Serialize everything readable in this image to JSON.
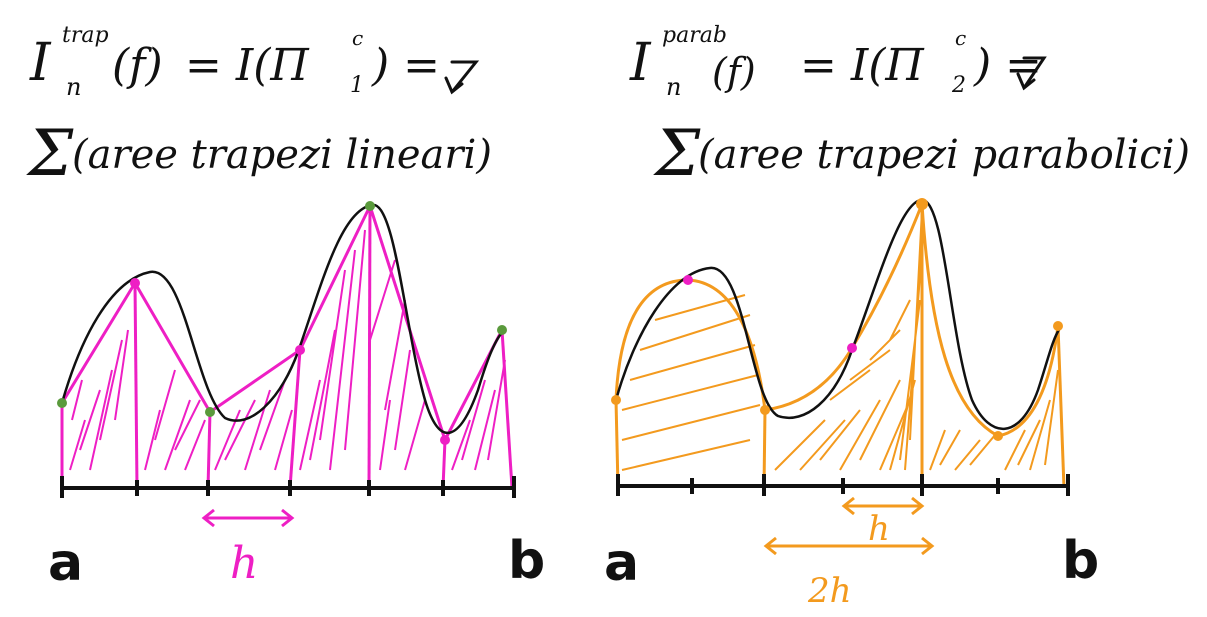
{
  "left": {
    "formula_lhs": "I",
    "formula_sup": "trap",
    "formula_sub": "n",
    "formula_arg": "(f)",
    "formula_mid": "= I(Π",
    "formula_mid_sup": "c",
    "formula_mid_sub": "1",
    "formula_end": ") =",
    "sum_text": "(aree trapezi lineari)",
    "label_a": "a",
    "label_b": "b",
    "label_h": "h",
    "accent_color": "#ee1fc4"
  },
  "right": {
    "formula_lhs": "I",
    "formula_sup": "parab",
    "formula_sub": "n",
    "formula_arg": "(f)",
    "formula_mid": "= I(Π",
    "formula_mid_sup": "c",
    "formula_mid_sub": "2",
    "formula_end": ") =",
    "sum_text": "(aree trapezi parabolici)",
    "label_a": "a",
    "label_b": "b",
    "label_h": "h",
    "label_2h": "2h",
    "accent_color": "#f39a1e"
  },
  "curve_color": "#111111",
  "node_color_green": "#5a9a3c"
}
